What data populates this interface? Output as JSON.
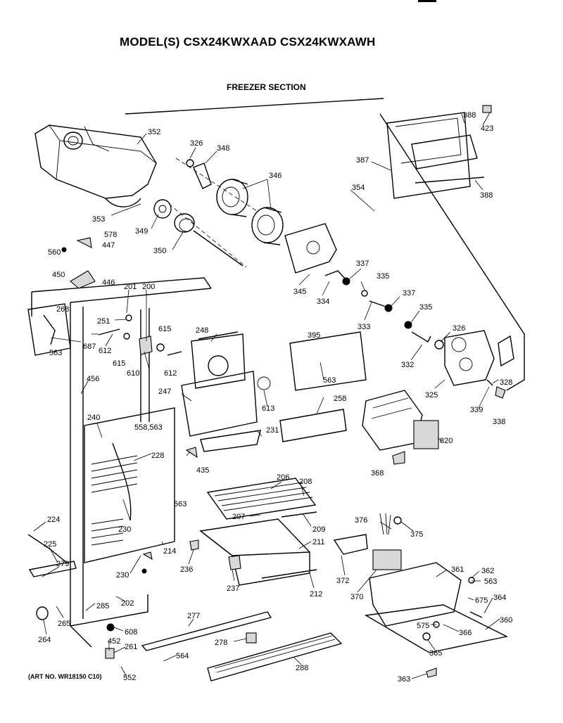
{
  "header": {
    "model_title": "MODEL(S) CSX24KWXAAD  CSX24KWXAWH",
    "section_title": "FREEZER SECTION"
  },
  "footer": {
    "art_number": "(ART NO. WR18150 C10)"
  },
  "callouts": [
    "352",
    "326",
    "348",
    "346",
    "388",
    "423",
    "387",
    "388",
    "354",
    "353",
    "349",
    "350",
    "578",
    "447",
    "560",
    "450",
    "446",
    "345",
    "337",
    "334",
    "335",
    "337",
    "333",
    "335",
    "326",
    "332",
    "325",
    "328",
    "339",
    "338",
    "201",
    "200",
    "268",
    "251",
    "563",
    "687",
    "612",
    "615",
    "615",
    "610",
    "612",
    "248",
    "395",
    "563",
    "613",
    "247",
    "258",
    "456",
    "820",
    "240",
    "558,563",
    "231",
    "228",
    "435",
    "368",
    "563",
    "206",
    "208",
    "207",
    "209",
    "224",
    "230",
    "376",
    "375",
    "225",
    "214",
    "211",
    "279",
    "236",
    "230",
    "237",
    "372",
    "361",
    "362",
    "563",
    "212",
    "370",
    "675",
    "364",
    "202",
    "285",
    "265",
    "264",
    "608",
    "277",
    "575",
    "360",
    "366",
    "452",
    "261",
    "278",
    "365",
    "564",
    "288",
    "552",
    "363"
  ]
}
